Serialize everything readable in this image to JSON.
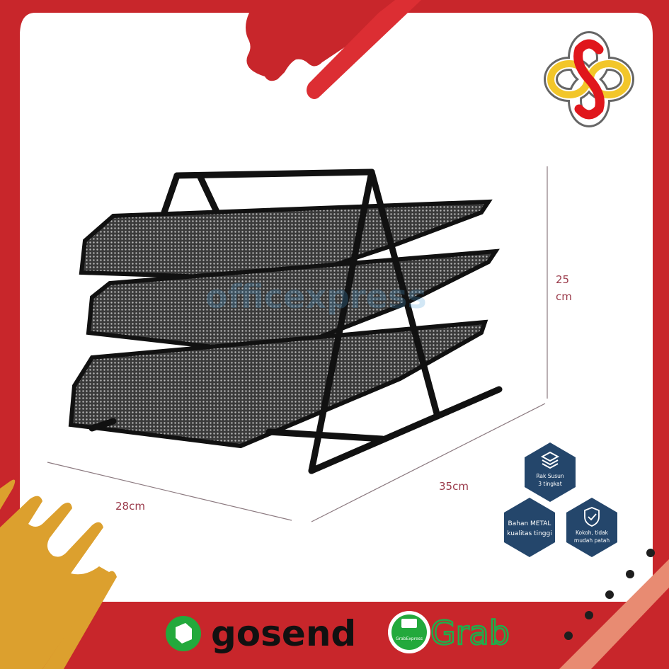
{
  "product": {
    "name": "3-tier metal mesh document tray",
    "watermark": "officexpress"
  },
  "dimensions": {
    "height_value": "25",
    "height_unit": "cm",
    "depth": "28cm",
    "width": "35cm"
  },
  "features": [
    {
      "icon": "layers-icon",
      "line1": "Rak Susun",
      "line2": "3 tingkat"
    },
    {
      "icon": "",
      "line1": "Bahan METAL",
      "line2": "kualitas tinggi"
    },
    {
      "icon": "shield-check-icon",
      "line1": "Kokoh, tidak",
      "line2": "mudah patah"
    }
  ],
  "couriers": {
    "gosend": "gosend",
    "grab_badge": "GrabExpress",
    "grab": "Grab"
  },
  "colors": {
    "frame_red": "#c8262b",
    "accent_red": "#dc2e33",
    "mustard": "#dca02e",
    "salmon": "#e88b72",
    "hex_navy": "#24466b",
    "gosend_green": "#23a93c",
    "grab_green": "#1fae4b",
    "dim_text": "#9a3a4a"
  }
}
